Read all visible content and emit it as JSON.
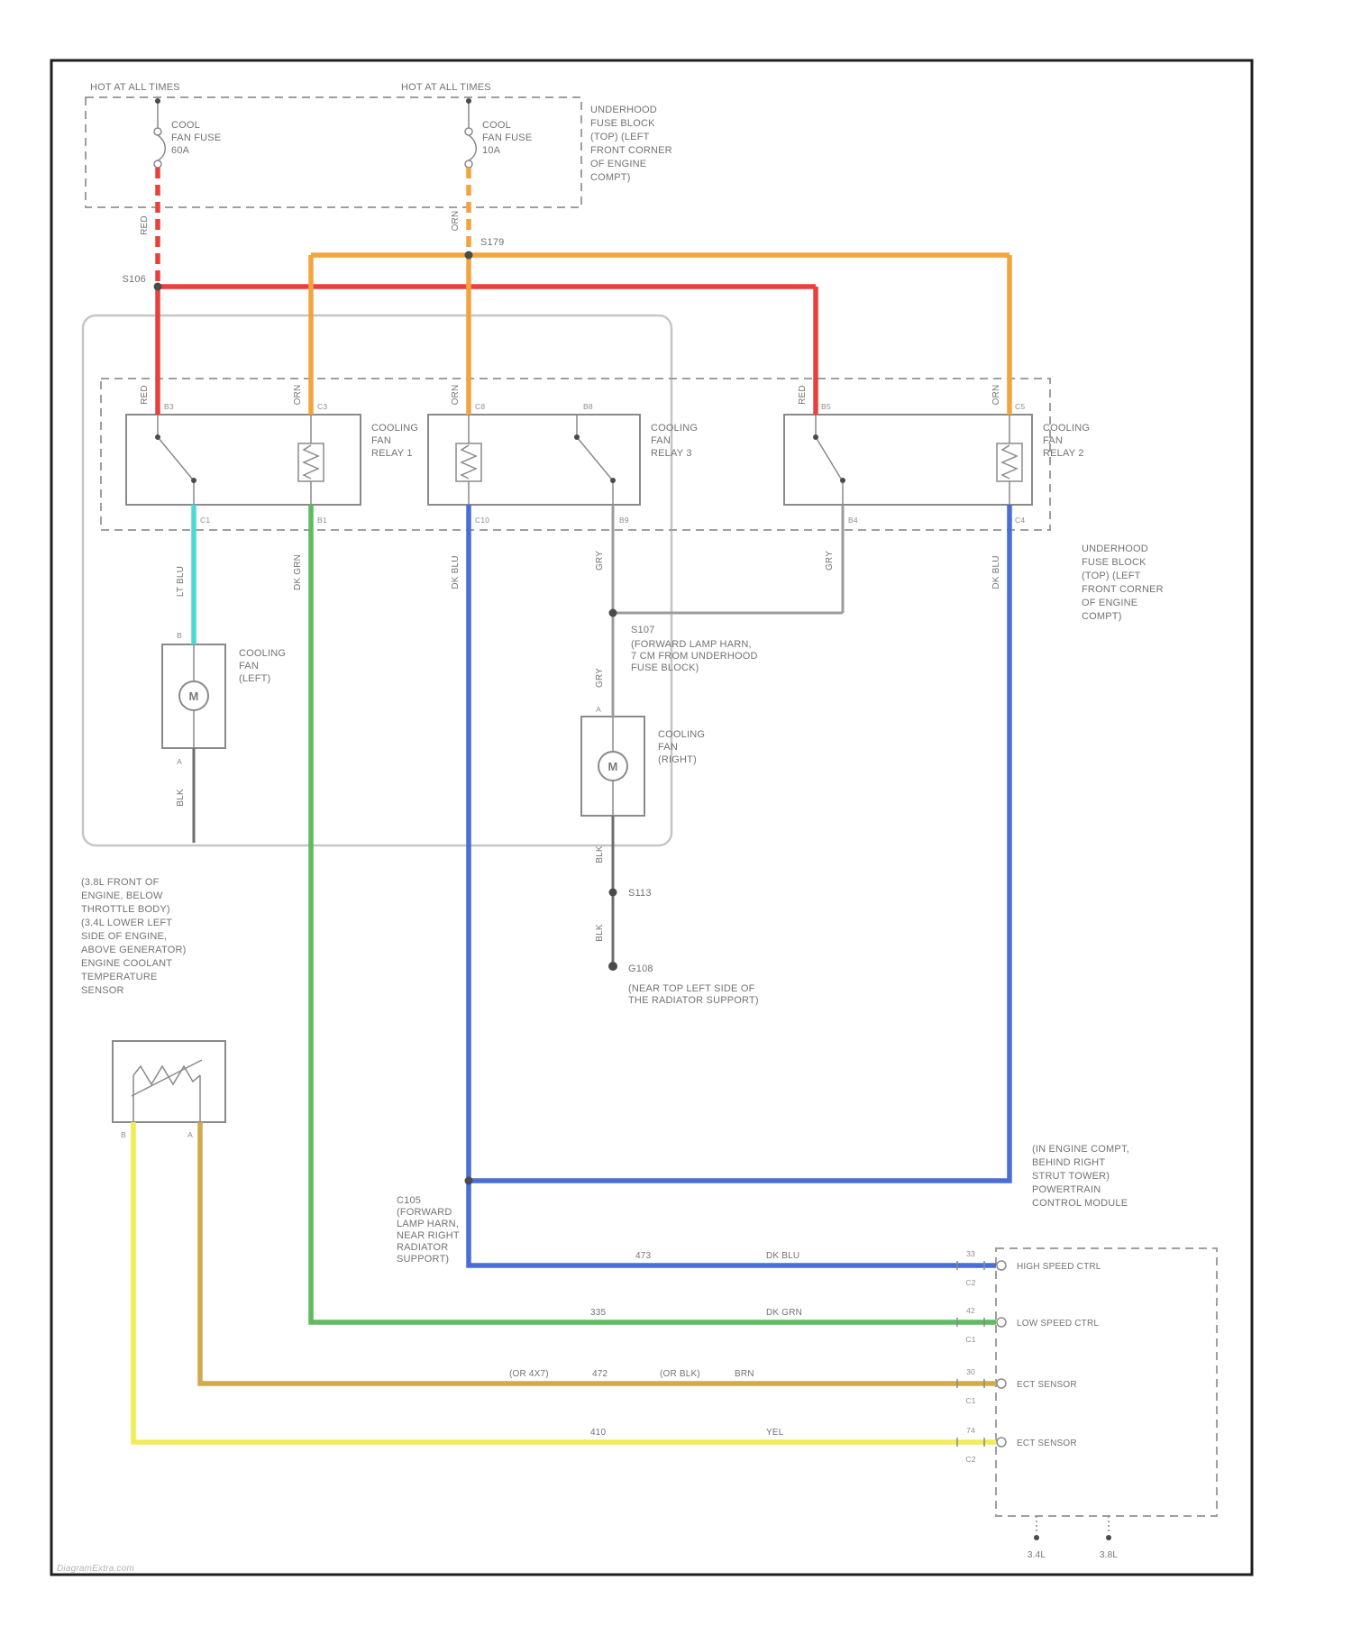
{
  "page": {
    "watermark": "DiagramExtra.com"
  },
  "colors": {
    "red": "#e8413c",
    "orange": "#f2a43e",
    "cyan": "#4cd8d4",
    "green": "#5fba62",
    "blue": "#4a6fd4",
    "yellow": "#f2ec55",
    "tan": "#d1a94f",
    "gray_wire": "#9c9c9c",
    "black_wire": "#6e6e6e"
  },
  "power": {
    "hot1": "HOT AT ALL TIMES",
    "hot2": "HOT AT ALL TIMES",
    "fuse1": {
      "l1": "COOL",
      "l2": "FAN FUSE",
      "l3": "60A"
    },
    "fuse2": {
      "l1": "COOL",
      "l2": "FAN FUSE",
      "l3": "10A"
    },
    "fuse_block_note": [
      "UNDERHOOD",
      "FUSE BLOCK",
      "(TOP) (LEFT",
      "FRONT CORNER",
      "OF ENGINE",
      "COMPT)"
    ]
  },
  "splices": {
    "s_left": "S106",
    "s_mid": "S179",
    "s107": "S107",
    "s107_note": [
      "(FORWARD LAMP HARN,",
      "7 CM FROM UNDERHOOD",
      "FUSE BLOCK)"
    ],
    "s113": "S113",
    "g108": "G108",
    "g108_note": [
      "(NEAR TOP LEFT SIDE OF",
      "THE RADIATOR SUPPORT)"
    ],
    "c105_note": [
      "C105",
      "(FORWARD",
      "LAMP HARN,",
      "NEAR RIGHT",
      "RADIATOR",
      "SUPPORT)"
    ]
  },
  "relays": {
    "relay1": [
      "COOLING",
      "FAN",
      "RELAY 1"
    ],
    "relay3": [
      "COOLING",
      "FAN",
      "RELAY 3"
    ],
    "relay2": [
      "COOLING",
      "FAN",
      "RELAY 2"
    ]
  },
  "pin_labels": {
    "r1_b3": "B3",
    "r1_c3": "C3",
    "r1_c1": "C1",
    "r1_b1": "B1",
    "r3_c8": "C8",
    "r3_b8": "B8",
    "r3_c10": "C10",
    "r3_b9": "B9",
    "r2_b5": "B5",
    "r2_c5": "C5",
    "r2_b4": "B4",
    "r2_c4": "C4"
  },
  "fans": {
    "left": [
      "COOLING",
      "FAN",
      "(LEFT)"
    ],
    "right": [
      "COOLING",
      "FAN",
      "(RIGHT)"
    ],
    "motor": "M",
    "left_top_pin": "B",
    "left_bottom_pin": "A",
    "right_top_pin": "A"
  },
  "underhood_note2": [
    "UNDERHOOD",
    "FUSE BLOCK",
    "(TOP) (LEFT",
    "FRONT CORNER",
    "OF ENGINE",
    "COMPT)"
  ],
  "ect": {
    "note": [
      "(3.8L FRONT OF",
      "ENGINE, BELOW",
      "THROTTLE BODY)",
      "(3.4L LOWER LEFT",
      "SIDE OF ENGINE,",
      "ABOVE GENERATOR)",
      "ENGINE COOLANT",
      "TEMPERATURE",
      "SENSOR"
    ],
    "pin_b": "B",
    "pin_a": "A"
  },
  "pcm": {
    "note": [
      "(IN ENGINE COMPT,",
      "BEHIND RIGHT",
      "STRUT TOWER)",
      "POWERTRAIN",
      "CONTROL MODULE"
    ],
    "rows": [
      {
        "label": "HIGH SPEED CTRL",
        "circuit": "473",
        "color": "DK BLU",
        "pin": "33",
        "conn": "C2"
      },
      {
        "label": "LOW SPEED CTRL",
        "circuit": "335",
        "color": "DK GRN",
        "pin": "42",
        "conn": "C1"
      },
      {
        "label": "ECT SENSOR",
        "circuit": "472",
        "color": "BRN",
        "alt1": "(OR 4X7)",
        "alt2": "(OR BLK)",
        "pin": "30",
        "conn": "C1"
      },
      {
        "label": "ECT SENSOR",
        "circuit": "410",
        "color": "YEL",
        "pin": "74",
        "conn": "C2"
      }
    ],
    "variant_left": "3.4L",
    "variant_right": "3.8L"
  },
  "wire_labels": {
    "red": "RED",
    "orn": "ORN",
    "lt_blu": "LT BLU",
    "dk_grn": "DK GRN",
    "dk_blu": "DK BLU",
    "gry": "GRY",
    "blk": "BLK"
  }
}
